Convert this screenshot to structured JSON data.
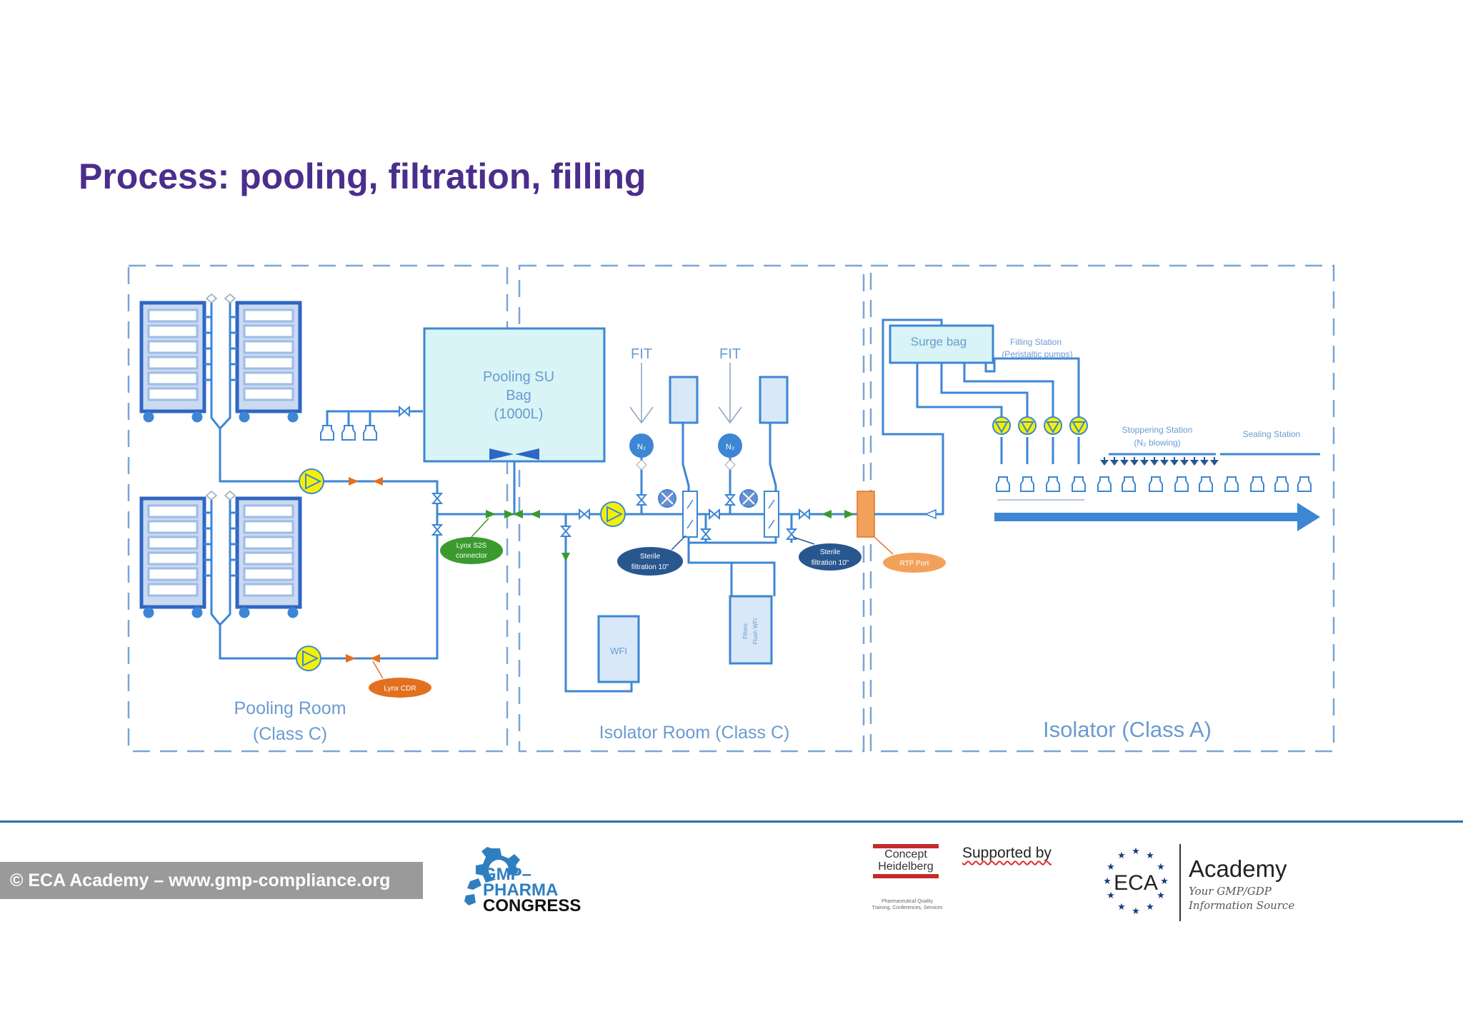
{
  "title": "Process: pooling, filtration, filling",
  "rooms": {
    "pooling": [
      "Pooling Room",
      "(Class C)"
    ],
    "isolator_room": "Isolator Room (Class C)",
    "isolator": "Isolator (Class A)"
  },
  "labels": {
    "pooling_bag": [
      "Pooling SU",
      "Bag",
      "(1000L)"
    ],
    "fit": "FIT",
    "n2": "N₂",
    "wfi": "WFI",
    "flush": [
      "Filters",
      "Flush WFI"
    ],
    "surge_bag": "Surge bag",
    "filling_station": [
      "Filling Station",
      "(Peristaltic pumps)"
    ],
    "stoppering_station": [
      "Stoppering Station",
      "(N₂ blowing)"
    ],
    "sealing_station": "Sealing Station",
    "lynx_s2s": [
      "Lynx S2S",
      "connector"
    ],
    "lynx_cdr": "Lynx CDR",
    "sterile_filtration": [
      "Sterile",
      "filtration 10\""
    ],
    "rtp_port": "RTP Port"
  },
  "footer": {
    "copyright": "© ECA Academy – www.gmp-compliance.org",
    "gmp_logo": [
      "GMP–",
      "PHARMA",
      "CONGRESS"
    ],
    "concept_heidelberg": [
      "Concept",
      "Heidelberg"
    ],
    "concept_tagline": [
      "Pharmaceutical Quality",
      "Training, Conferences, Services"
    ],
    "supported_by": "Supported by",
    "eca": "ECA",
    "academy": "Academy",
    "academy_tagline": [
      "Your GMP/GDP",
      "Information Source"
    ]
  },
  "colors": {
    "title": "#4b2e8c",
    "pipe": "#3d86d4",
    "room_label": "#6a9bd0",
    "tank_fill": "#d8f4f6",
    "pump_fill": "#f4f100",
    "lynx_green": "#3b9a2e",
    "lynx_orange": "#e37020",
    "filter_navy": "#28578f",
    "rtp": "#f2a15a"
  }
}
